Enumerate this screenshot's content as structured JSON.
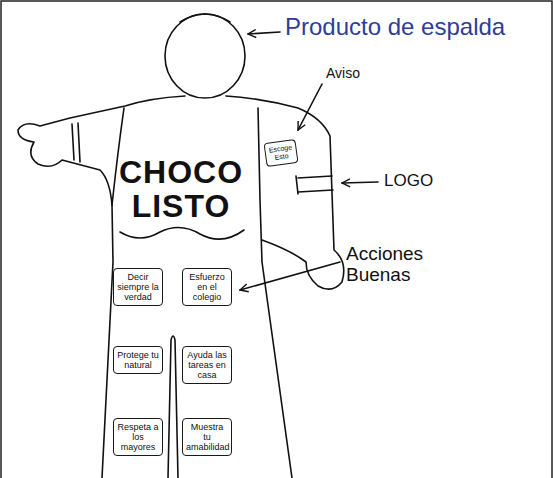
{
  "diagram": {
    "nodes": [
      {
        "text": [
          "Escoge Esto"
        ]
      },
      {
        "text": [
          "CHOCO LISTO"
        ]
      },
      {
        "text": [
          "Decir siempre la verdad"
        ]
      },
      {
        "text": [
          "Esfuerzo en el colegio"
        ]
      },
      {
        "text": [
          "Protege tu natural"
        ]
      },
      {
        "text": [
          "Ayuda las tareas en casa"
        ]
      },
      {
        "text": [
          "Respeta a los mayores"
        ]
      },
      {
        "text": [
          "Muestra tu amabilidad"
        ]
      }
    ],
    "labels": [
      "Producto de espalda",
      "Aviso",
      "LOGO",
      "Acciones Buenas"
    ]
  }
}
